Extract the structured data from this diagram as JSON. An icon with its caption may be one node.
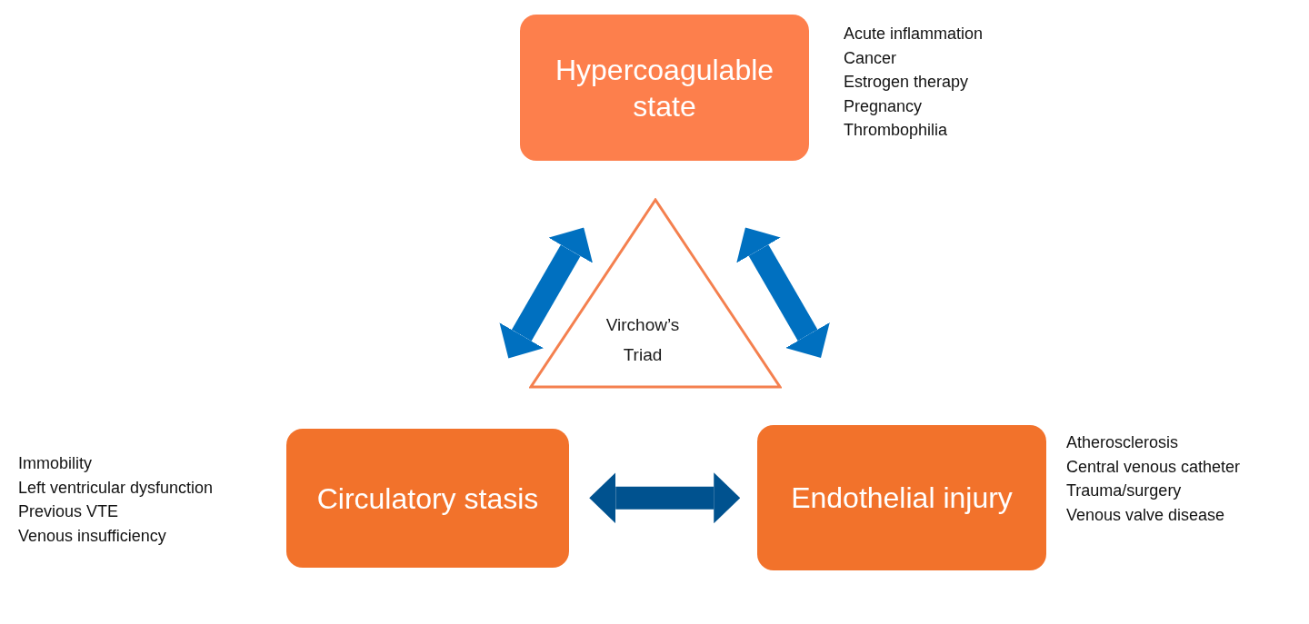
{
  "diagram": {
    "nodes": [
      {
        "text": [
          "Hypercoagulable state"
        ],
        "beside": [
          "Acute inflammation",
          "Cancer",
          "Estrogen therapy",
          "Pregnancy",
          "Thrombophilia"
        ]
      },
      {
        "text": [
          "Virchow’s Triad"
        ]
      },
      {
        "text": [
          "Circulatory stasis"
        ],
        "beside": [
          "Immobility",
          "Left ventricular dysfunction",
          "Previous VTE",
          "Venous insufficiency"
        ]
      },
      {
        "text": [
          "Endothelial injury"
        ],
        "beside": [
          "Atherosclerosis",
          "Central venous catheter",
          "Trauma/surgery",
          "Venous valve disease"
        ]
      }
    ],
    "edges": [
      {
        "from": 0,
        "to": 2,
        "arrow": "both"
      },
      {
        "from": 0,
        "to": 3,
        "arrow": "both"
      },
      {
        "from": 2,
        "to": 3,
        "arrow": "both",
        "color": "#00528f"
      }
    ]
  }
}
